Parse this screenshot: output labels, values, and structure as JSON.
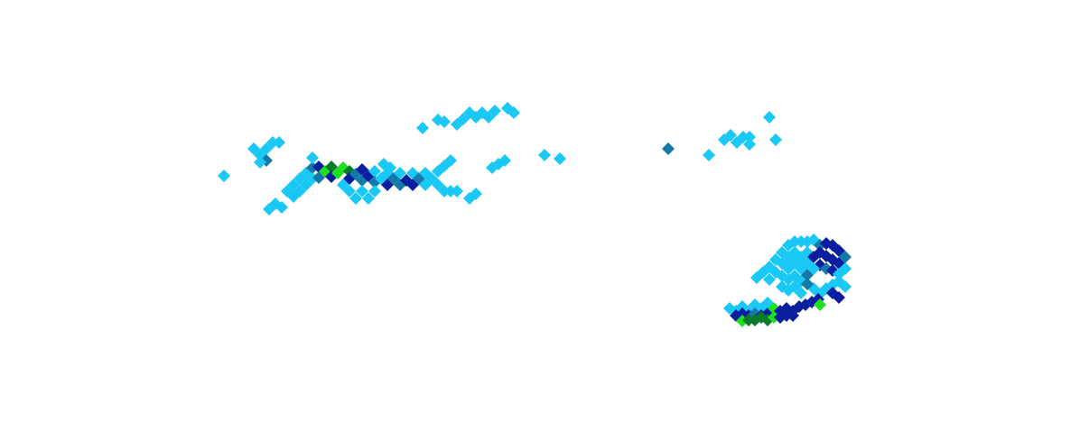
{
  "map": {
    "type": "precipitation-radar-overlay",
    "background": "#ffffff",
    "intensity_colors": {
      "light": "#19c8f5",
      "moderate": "#1479a8",
      "heavy": "#0a1ea0",
      "very_heavy": "#1fe01f",
      "extreme": "#0b7a2a"
    },
    "echo_regions": [
      {
        "name": "west-echo-band",
        "max_intensity": "very_heavy"
      },
      {
        "name": "northern-scattered-echoes",
        "max_intensity": "moderate"
      },
      {
        "name": "southeast-hook-echo",
        "max_intensity": "extreme"
      }
    ]
  }
}
